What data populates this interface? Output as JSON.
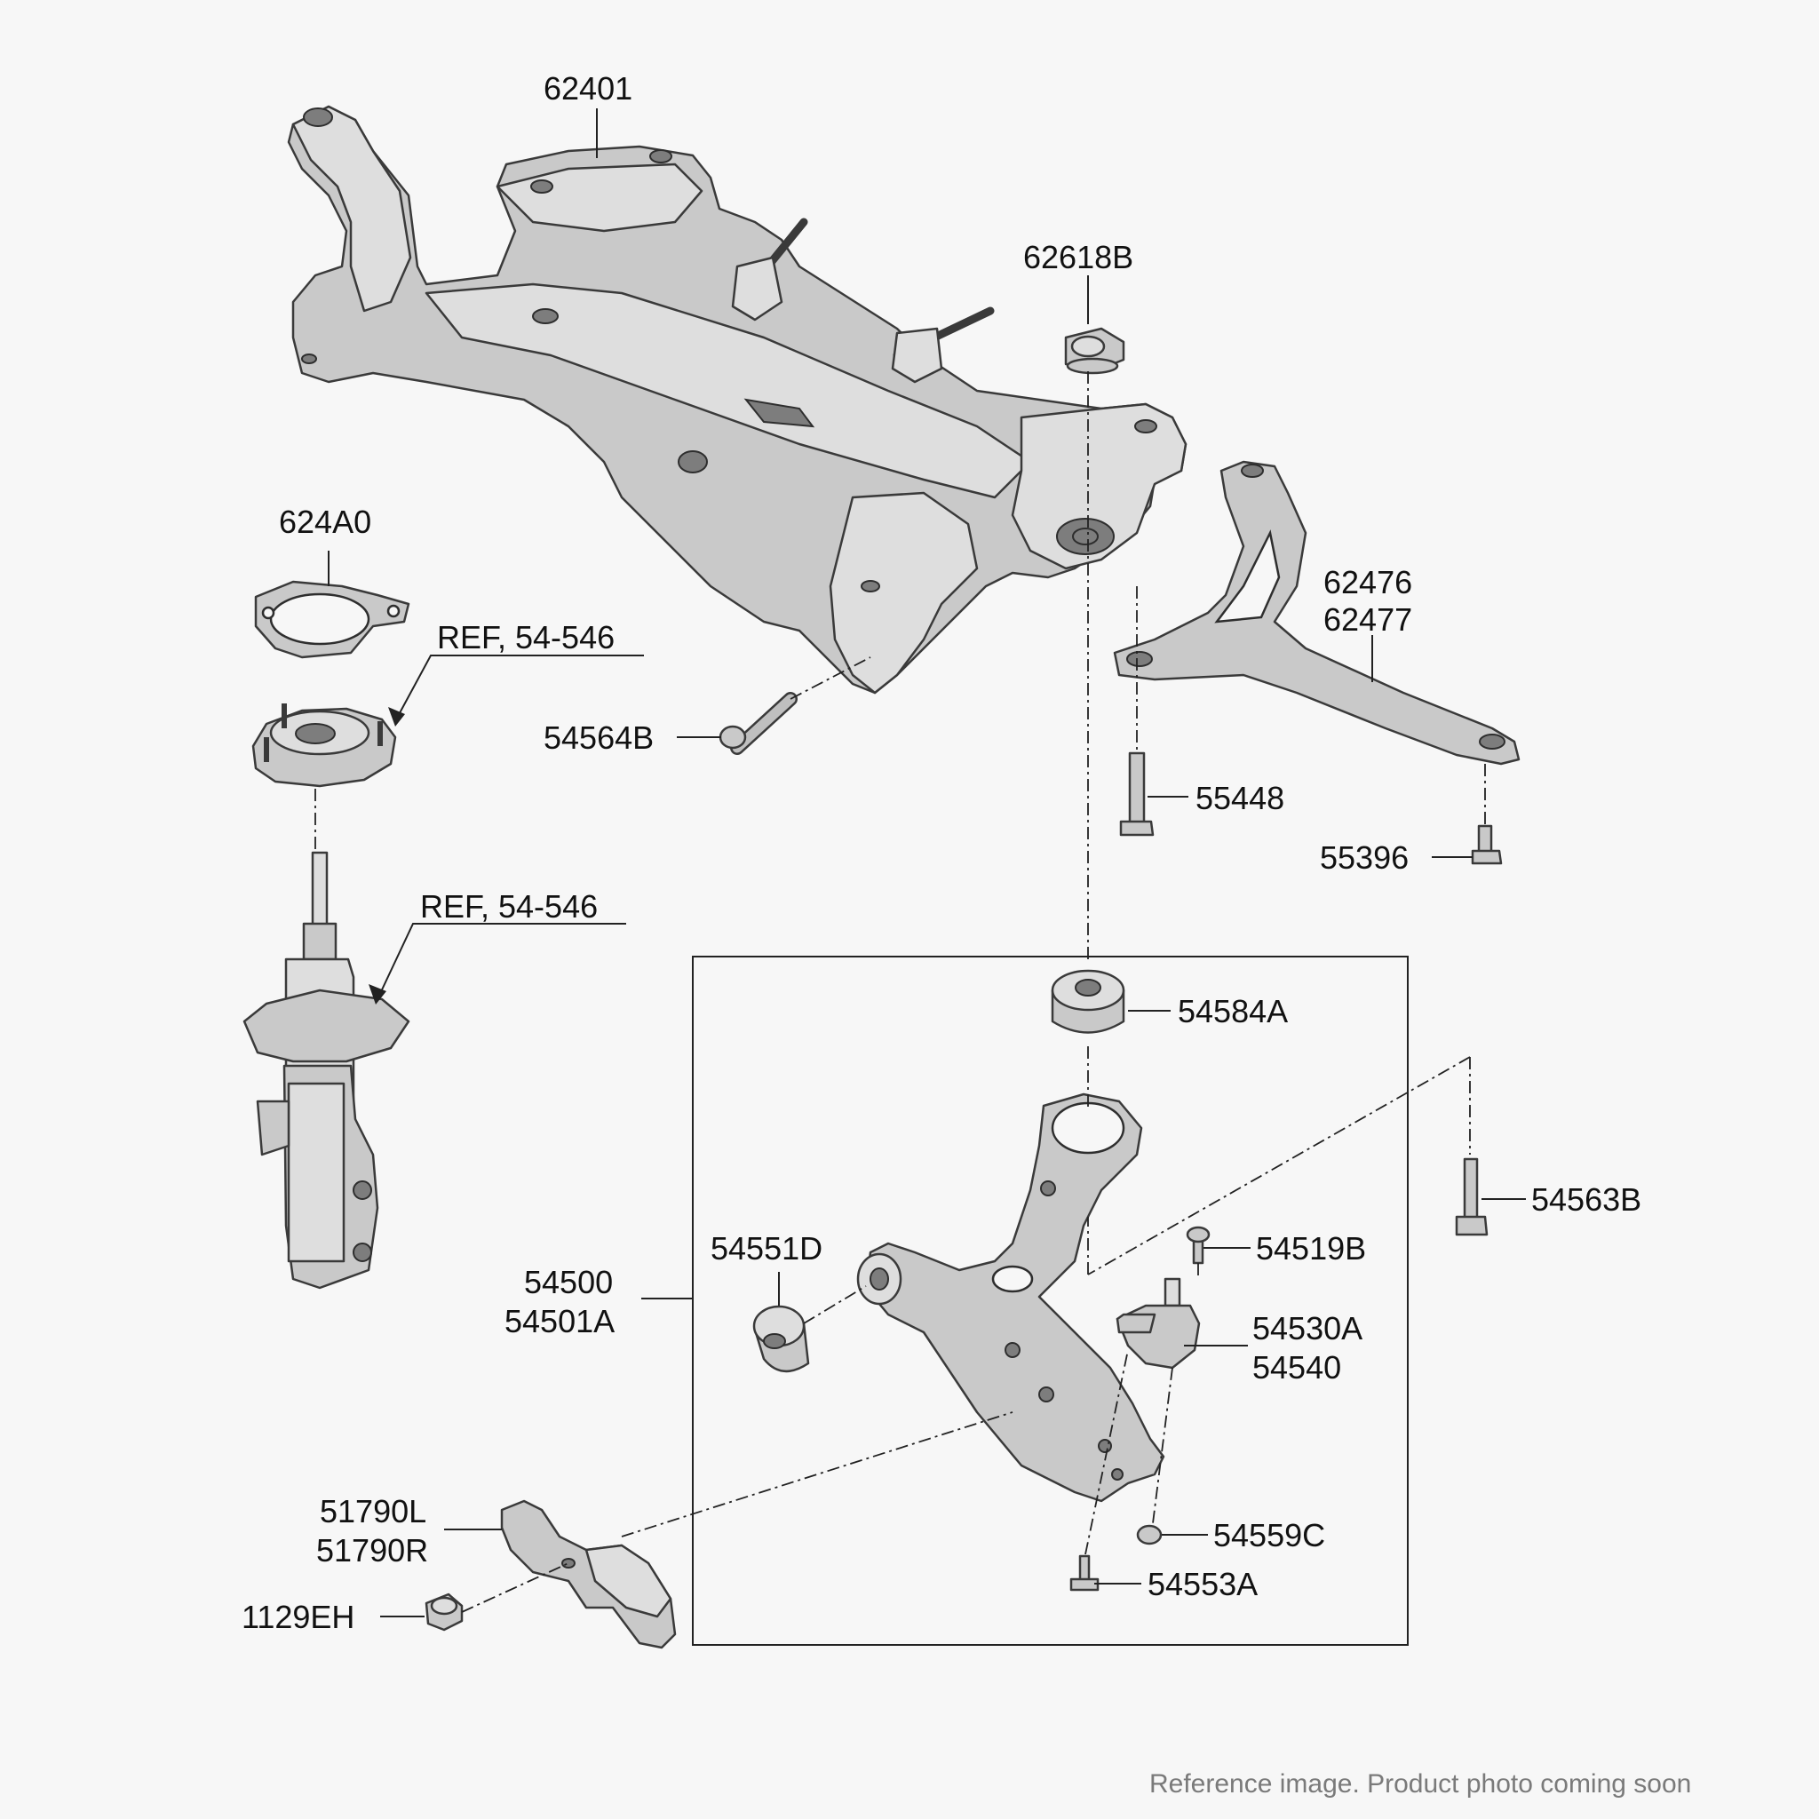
{
  "labels": {
    "subframe": "62401",
    "subframe_nut": "62618B",
    "strut_pad": "624A0",
    "ref_upper": "REF, 54-546",
    "ref_lower": "REF, 54-546",
    "stay_1": "62476",
    "stay_2": "62477",
    "subframe_bolt": "54564B",
    "stay_bolt_1": "55448",
    "stay_bolt_2": "55396",
    "bushing_rear": "54584A",
    "arm_bolt": "54563B",
    "bushing_front": "54551D",
    "arm_1": "54500",
    "arm_2": "54501A",
    "ball_bolt": "54519B",
    "ball_joint_1": "54530A",
    "ball_joint_2": "54540",
    "bracket_1": "51790L",
    "bracket_2": "51790R",
    "bracket_bolt": "1129EH",
    "nut_a": "54559C",
    "bolt_a": "54553A"
  },
  "caption": "Reference image. Product photo coming soon"
}
